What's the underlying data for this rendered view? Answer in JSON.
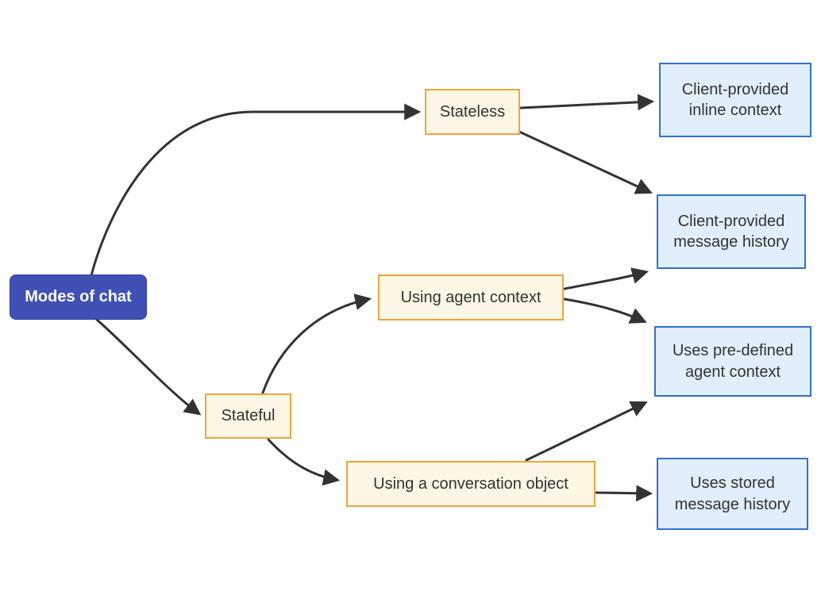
{
  "diagram": {
    "title": "Modes of chat flowchart",
    "colors": {
      "background": "#FFFFFF",
      "root_fill": "#4050B5",
      "root_border": "#3240A0",
      "root_text": "#FFFFFF",
      "branch_fill": "#FCF6E4",
      "branch_border": "#F2A33C",
      "leaf_fill": "#E1EEFB",
      "leaf_border": "#3273C5",
      "node_text": "#333333",
      "edge": "#333333"
    },
    "nodes": {
      "root": {
        "label": "Modes of chat"
      },
      "stateless": {
        "label": "Stateless"
      },
      "stateful": {
        "label": "Stateful"
      },
      "inline_context": {
        "label": "Client-provided inline context"
      },
      "message_history": {
        "label": "Client-provided message history"
      },
      "agent_context": {
        "label": "Using agent context"
      },
      "conversation_object": {
        "label": "Using a conversation object"
      },
      "predefined_context": {
        "label": "Uses pre-defined agent context"
      },
      "stored_history": {
        "label": "Uses stored message history"
      }
    },
    "edges": [
      {
        "from": "root",
        "to": "stateless"
      },
      {
        "from": "root",
        "to": "stateful"
      },
      {
        "from": "stateless",
        "to": "inline_context"
      },
      {
        "from": "stateless",
        "to": "message_history"
      },
      {
        "from": "stateful",
        "to": "agent_context"
      },
      {
        "from": "stateful",
        "to": "conversation_object"
      },
      {
        "from": "agent_context",
        "to": "message_history"
      },
      {
        "from": "agent_context",
        "to": "predefined_context"
      },
      {
        "from": "conversation_object",
        "to": "predefined_context"
      },
      {
        "from": "conversation_object",
        "to": "stored_history"
      }
    ]
  }
}
